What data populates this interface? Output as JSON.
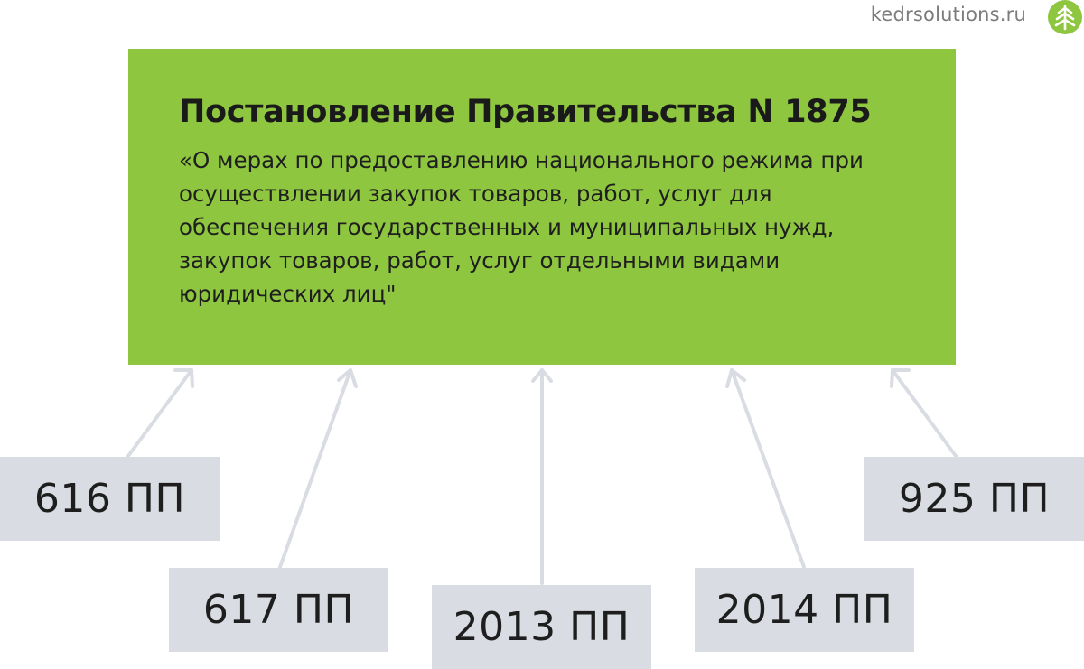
{
  "header": {
    "site": "kedrsolutions.ru",
    "logo_icon": "tree-leaf-icon",
    "logo_color": "#8ec63f"
  },
  "main": {
    "title": "Постановление Правительства N 1875",
    "description": "«О мерах по предоставлению национального режима при осуществлении закупок товаров, работ, услуг для обеспечения государственных и муниципальных нужд, закупок товаров, работ, услуг отдельными видами юридических лиц\""
  },
  "regulations": [
    {
      "label": "616 ПП"
    },
    {
      "label": "617 ПП"
    },
    {
      "label": "2013 ПП"
    },
    {
      "label": "2014 ПП"
    },
    {
      "label": "925 ПП"
    }
  ],
  "colors": {
    "main_box": "#8ec63f",
    "reg_box": "#d9dce2",
    "arrow": "#d9dce2",
    "text": "#1e1e1e"
  }
}
